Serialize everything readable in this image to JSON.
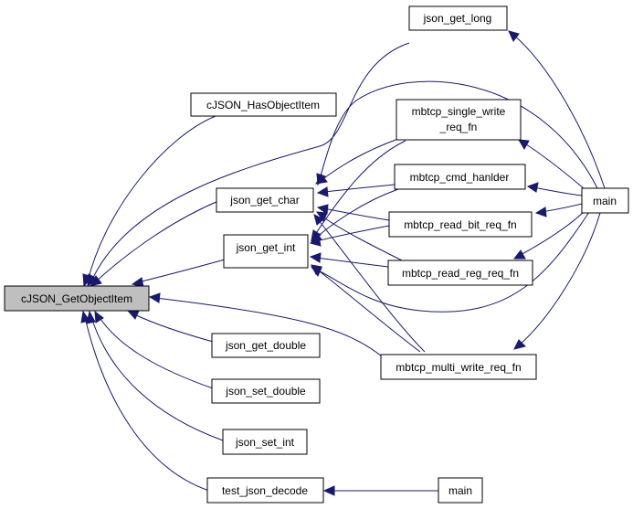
{
  "graph": {
    "nodes": [
      {
        "id": "root",
        "lines": [
          "cJSON_GetObjectItem"
        ],
        "highlight": true
      },
      {
        "id": "has_object_item",
        "lines": [
          "cJSON_HasObjectItem"
        ]
      },
      {
        "id": "json_get_char",
        "lines": [
          "json_get_char"
        ]
      },
      {
        "id": "json_get_int",
        "lines": [
          "json_get_int"
        ]
      },
      {
        "id": "json_get_double",
        "lines": [
          "json_get_double"
        ]
      },
      {
        "id": "json_set_double",
        "lines": [
          "json_set_double"
        ]
      },
      {
        "id": "json_set_int",
        "lines": [
          "json_set_int"
        ]
      },
      {
        "id": "test_json_decode",
        "lines": [
          "test_json_decode"
        ]
      },
      {
        "id": "json_get_long",
        "lines": [
          "json_get_long"
        ]
      },
      {
        "id": "mbtcp_single_write",
        "lines": [
          "mbtcp_single_write",
          "_req_fn"
        ]
      },
      {
        "id": "mbtcp_cmd_hanlder",
        "lines": [
          "mbtcp_cmd_hanlder"
        ]
      },
      {
        "id": "mbtcp_read_bit",
        "lines": [
          "mbtcp_read_bit_req_fn"
        ]
      },
      {
        "id": "mbtcp_read_reg",
        "lines": [
          "mbtcp_read_reg_req_fn"
        ]
      },
      {
        "id": "mbtcp_multi_write",
        "lines": [
          "mbtcp_multi_write_req_fn"
        ]
      },
      {
        "id": "main_right",
        "lines": [
          "main"
        ]
      },
      {
        "id": "main_bottom",
        "lines": [
          "main"
        ]
      }
    ]
  }
}
